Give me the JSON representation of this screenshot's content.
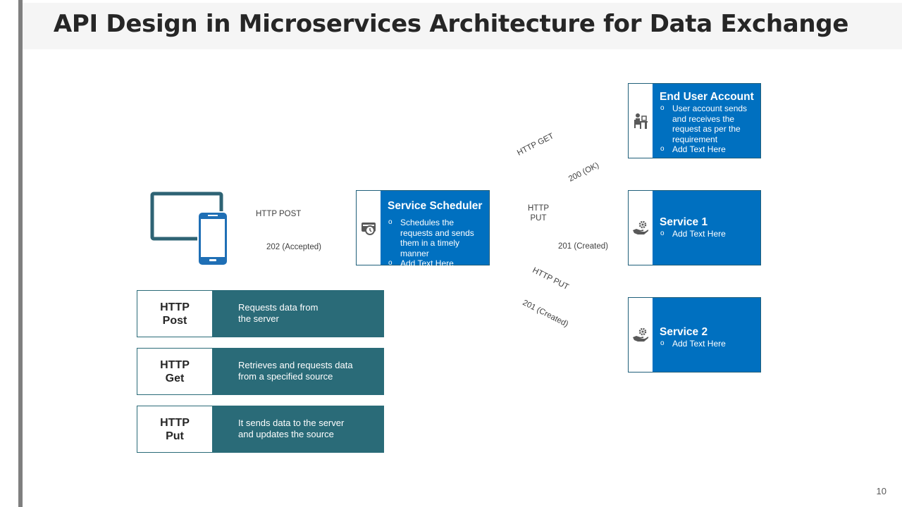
{
  "slide": {
    "title": "API Design in Microservices Architecture for Data Exchange",
    "page_number": "10"
  },
  "colors": {
    "box_blue": "#0070c0",
    "teal": "#2a6b78",
    "device_dark": "#2e6374"
  },
  "client": {
    "icon": "devices-icon"
  },
  "scheduler": {
    "icon": "scheduler-clock-icon",
    "title": "Service Scheduler",
    "bullets": [
      "Schedules the requests and sends them in a timely manner",
      "Add Text Here"
    ]
  },
  "end_user": {
    "icon": "user-at-desk-icon",
    "title": "End User Account",
    "bullets": [
      "User account sends and receives the request as per the requirement",
      "Add Text Here"
    ]
  },
  "service1": {
    "icon": "hand-gear-icon",
    "title": "Service 1",
    "bullets": [
      "Add Text Here"
    ]
  },
  "service2": {
    "icon": "hand-gear-icon",
    "title": "Service 2",
    "bullets": [
      "Add Text Here"
    ]
  },
  "connectors": {
    "client_request": "HTTP POST",
    "client_response": "202 (Accepted)",
    "enduser_request": "HTTP GET",
    "enduser_response": "200 (OK)",
    "service1_request": "HTTP\nPUT",
    "service1_response": "201 (Created)",
    "service2_request": "HTTP PUT",
    "service2_response": "201 (Created)"
  },
  "definitions": [
    {
      "term": "HTTP\nPost",
      "description": "Requests data from\nthe server"
    },
    {
      "term": "HTTP\nGet",
      "description": "Retrieves and requests data\nfrom a specified source"
    },
    {
      "term": "HTTP\nPut",
      "description": "It sends data to the server\nand updates the source"
    }
  ]
}
